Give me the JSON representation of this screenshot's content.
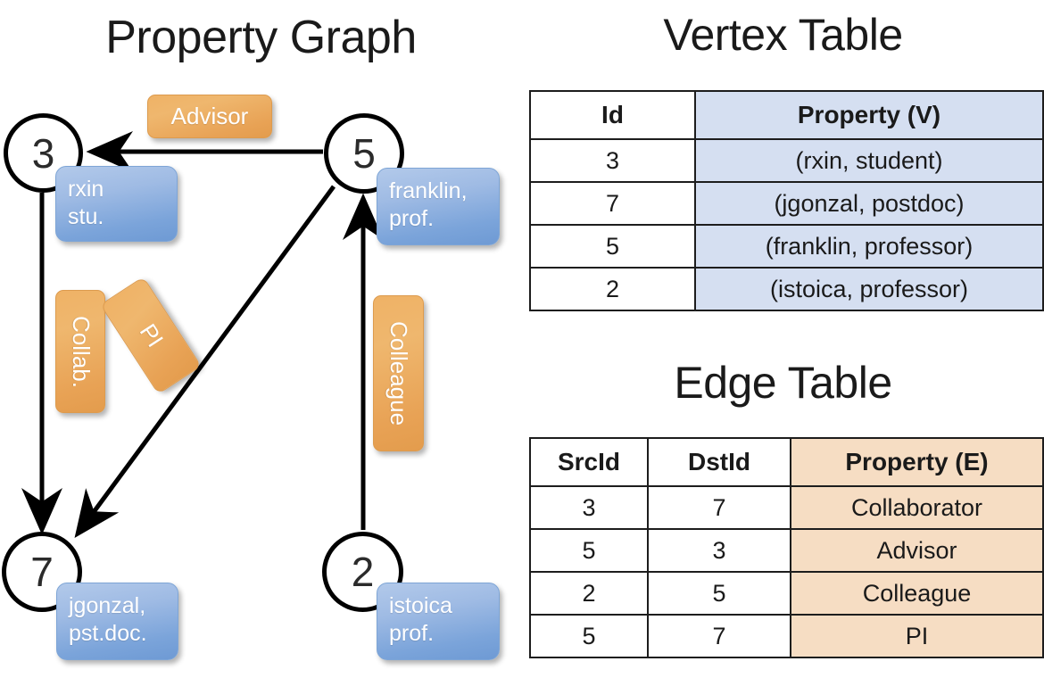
{
  "titles": {
    "property_graph": "Property Graph",
    "vertex_table": "Vertex Table",
    "edge_table": "Edge Table"
  },
  "colors": {
    "vertex_header_blue": "#d5dff1",
    "edge_header_orange": "#f6ddc3",
    "node_box_blue": "#7ba4da",
    "edge_label_orange": "#efb266",
    "outline": "#1d1d1d"
  },
  "graph": {
    "nodes": [
      {
        "id": "3",
        "prop_line1": "rxin",
        "prop_line2": "stu."
      },
      {
        "id": "5",
        "prop_line1": "franklin,",
        "prop_line2": "prof."
      },
      {
        "id": "7",
        "prop_line1": "jgonzal,",
        "prop_line2": "pst.doc."
      },
      {
        "id": "2",
        "prop_line1": "istoica",
        "prop_line2": "prof."
      }
    ],
    "edge_labels": [
      {
        "name": "advisor",
        "label": "Advisor"
      },
      {
        "name": "collab",
        "label": "Collab."
      },
      {
        "name": "pi",
        "label": "PI"
      },
      {
        "name": "colleague",
        "label": "Colleague"
      }
    ]
  },
  "vertex_table": {
    "columns": [
      "Id",
      "Property (V)"
    ],
    "rows": [
      {
        "id": "3",
        "property": "(rxin, student)"
      },
      {
        "id": "7",
        "property": "(jgonzal, postdoc)"
      },
      {
        "id": "5",
        "property": "(franklin, professor)"
      },
      {
        "id": "2",
        "property": "(istoica, professor)"
      }
    ]
  },
  "edge_table": {
    "columns": [
      "SrcId",
      "DstId",
      "Property (E)"
    ],
    "rows": [
      {
        "src": "3",
        "dst": "7",
        "property": "Collaborator"
      },
      {
        "src": "5",
        "dst": "3",
        "property": "Advisor"
      },
      {
        "src": "2",
        "dst": "5",
        "property": "Colleague"
      },
      {
        "src": "5",
        "dst": "7",
        "property": "PI"
      }
    ]
  }
}
